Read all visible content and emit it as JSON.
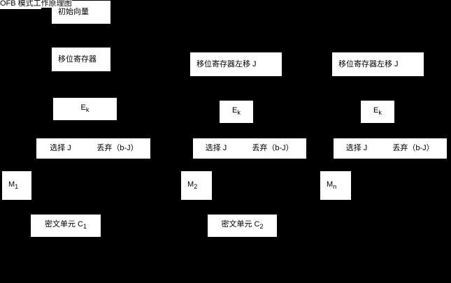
{
  "diagram": {
    "title": "OFB 模式工作原理图",
    "background_color": "#000000",
    "box_color": "#ffffff",
    "text_color": "#000000",
    "columns": [
      {
        "id": "column-1",
        "initial_vector": "初始向量",
        "shift_register": "移位寄存器",
        "encrypt": "E",
        "encrypt_sub": "k",
        "select": "选择 J",
        "discard": "丢弃（b-J）",
        "message": "M",
        "message_sub": "1",
        "xor": "xor-symbol",
        "ciphertext": "密文单元 C",
        "ciphertext_sub": "1"
      },
      {
        "id": "column-2",
        "shift_register": "移位寄存器左移 J",
        "encrypt": "E",
        "encrypt_sub": "k",
        "select": "选择 J",
        "discard": "丢弃（b-J）",
        "message": "M",
        "message_sub": "2",
        "xor": "xor-symbol",
        "ciphertext": "密文单元 C",
        "ciphertext_sub": "2"
      },
      {
        "id": "column-3",
        "shift_register": "移位寄存器左移 J",
        "encrypt": "E",
        "encrypt_sub": "k",
        "select": "选择 J",
        "discard": "丢弃（b-J）",
        "message": "M",
        "message_sub": "n",
        "xor": "xor-symbol",
        "ciphertext": "密文单元 C",
        "ciphertext_sub": "n"
      }
    ]
  }
}
